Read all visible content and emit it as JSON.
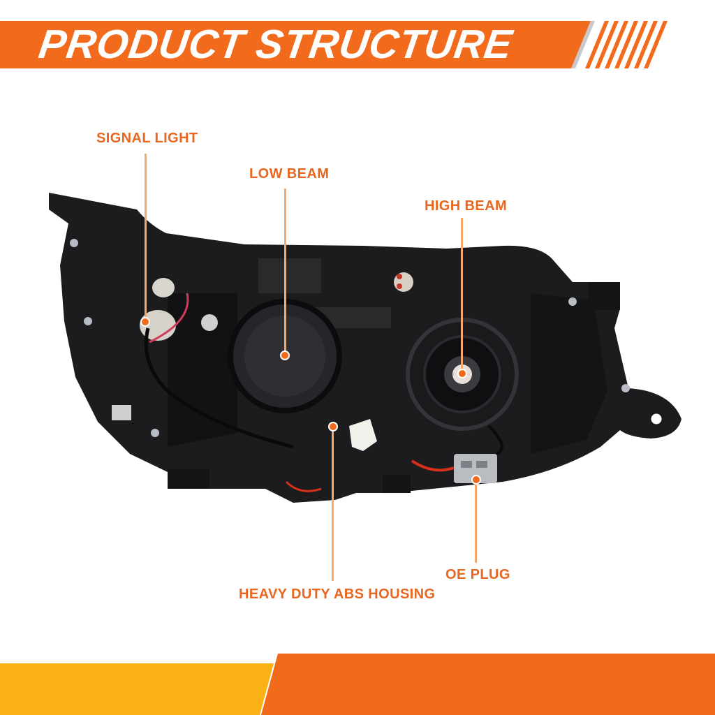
{
  "banner": {
    "title": "PRODUCT STRUCTURE"
  },
  "callouts": {
    "signal_light": "SIGNAL LIGHT",
    "low_beam": "LOW BEAM",
    "high_beam": "HIGH BEAM",
    "heavy_duty_abs_housing": "HEAVY DUTY ABS HOUSING",
    "oe_plug": "OE PLUG"
  },
  "colors": {
    "accent_orange": "#f26a1b",
    "accent_yellow": "#fbb216",
    "label_orange": "#e8661e",
    "housing_dark": "#1c1c1e"
  }
}
